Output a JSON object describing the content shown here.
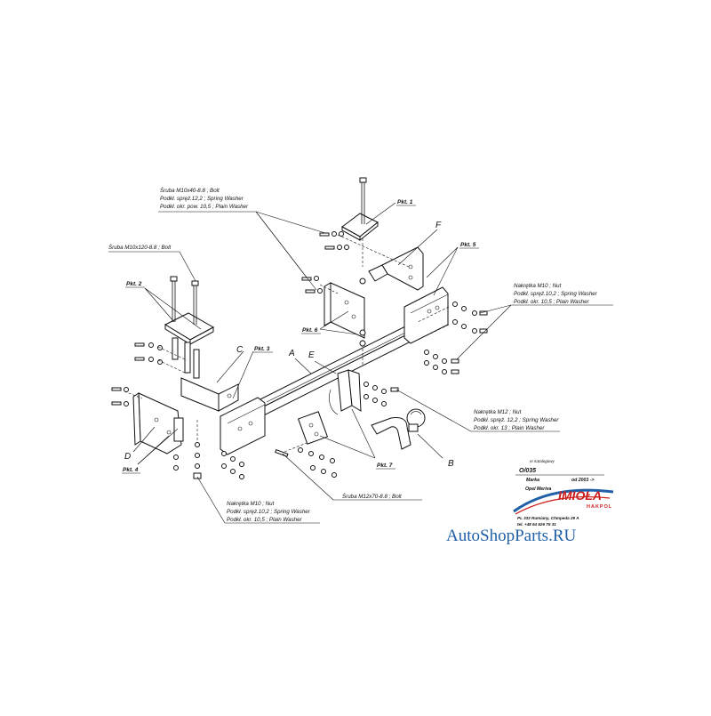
{
  "callouts": {
    "bolt_m10x40": "Śruba M10x40-8.8 ;  Bolt",
    "spring_122_top": "Podkł. spręż.12,2 ;  Spring Washer",
    "plain_105_top": "Podkł. okr. pow. 10,5 ; Plain Washer",
    "bolt_m10x120": "Śruba M10x120-8.8 ;  Bolt",
    "nut_m10_right": "Nakrętka  M10 ;  Nut",
    "spring_102_right": "Podkł. spręż.10,2 ;  Spring Washer",
    "plain_105_right": "Podkł. okr. 10,5 ; Plain Washer",
    "nut_m12": "Nakrętka  M12 ;  Nut",
    "spring_122_mid": "Podkł. spręż. 12,2 ;  Spring Washer",
    "plain_13": "Podkł. okr. 13 ; Plain Washer",
    "bolt_m12x70": "Śruba M12x70-8.8 ;  Bolt",
    "nut_m10_bottom": "Nakrętka  M10 ;  Nut",
    "spring_102_bottom": "Podkł. spręż.10,2 ;  Spring Washer",
    "plain_105_bottom": "Podkł. okr. 10,5 ; Plain Washer"
  },
  "part_tags": {
    "pkt1": "Pkt. 1",
    "pkt2": "Pkt. 2",
    "pkt3": "Pkt. 3",
    "pkt4": "Pkt. 4",
    "pkt5": "Pkt. 5",
    "pkt6": "Pkt. 6",
    "pkt7": "Pkt. 7"
  },
  "letters": {
    "A": "A",
    "B": "B",
    "C": "C",
    "D": "D",
    "E": "E",
    "F": "F"
  },
  "meta": {
    "catalog_label": "nr katalogowy",
    "catalog_number": "O/035",
    "make_label": "Marka",
    "vehicle": "Opel Meriva",
    "since": "od  2003 ->"
  },
  "brand": {
    "name": "IMIOŁA",
    "sub": "HAKPOL",
    "address1": "PL 333 Rumiany, Chmpeda 29 A",
    "address2": "tel. +48 64 626 75 31",
    "color": "#cc1d1d",
    "swoosh_color": "#1f5fa8"
  },
  "watermark": {
    "text": "AutoShopParts.RU",
    "color": "#1f5fa8"
  }
}
